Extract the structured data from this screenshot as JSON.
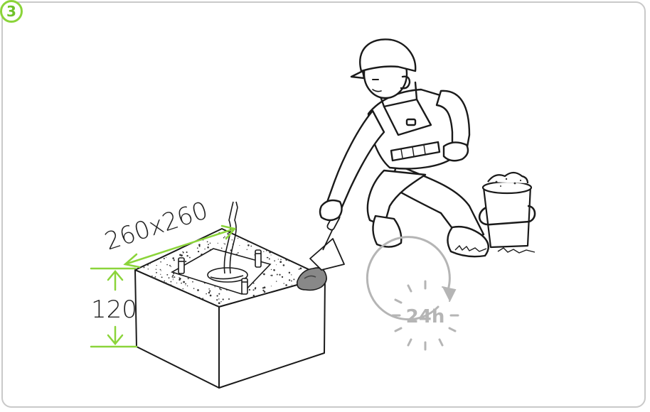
{
  "step": {
    "number": "3"
  },
  "dimensions": {
    "footprint": "260x260",
    "height": "120"
  },
  "timer": {
    "label": "24h"
  },
  "colors": {
    "accent": "#8bd43a",
    "line": "#1a1a1a",
    "timer": "#b5b5b5",
    "frame": "#c9c9c9"
  },
  "icons": [
    "step-number-badge",
    "stopwatch-icon",
    "worker-figure",
    "concrete-bucket",
    "trowel",
    "rag"
  ]
}
